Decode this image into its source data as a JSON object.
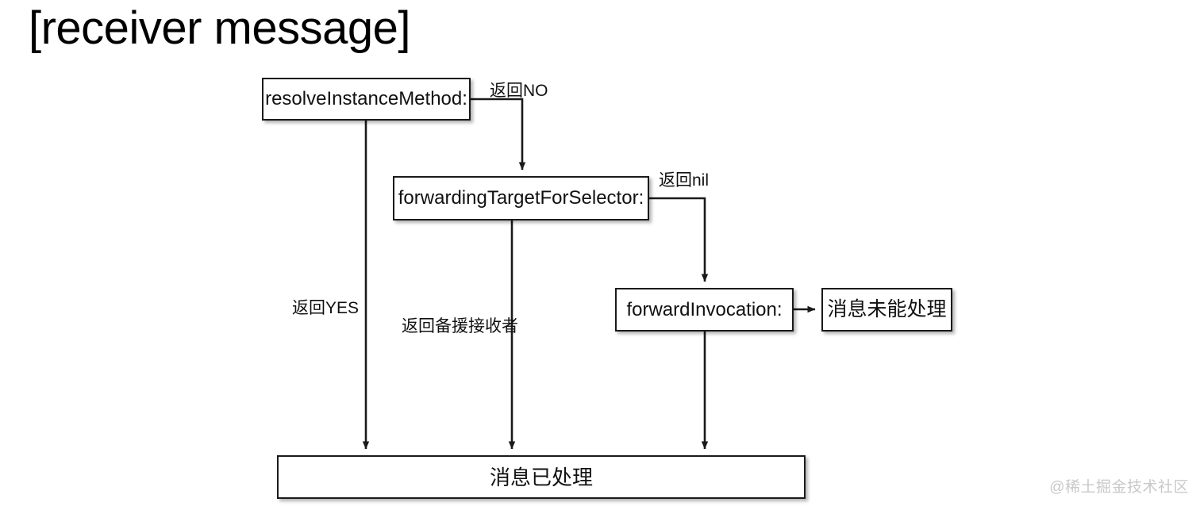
{
  "diagram": {
    "title": "[receiver message]",
    "type": "flowchart",
    "watermark": "@稀土掘金技术社区",
    "nodes": [
      {
        "id": "resolve",
        "label": "resolveInstanceMethod:"
      },
      {
        "id": "forwardingtarget",
        "label": "forwardingTargetForSelector:"
      },
      {
        "id": "forwardinvocation",
        "label": "forwardInvocation:"
      },
      {
        "id": "unhandled",
        "label": "消息未能处理"
      },
      {
        "id": "handled",
        "label": "消息已处理"
      }
    ],
    "edges": [
      {
        "from": "resolve",
        "to": "forwardingtarget",
        "label": "返回NO"
      },
      {
        "from": "forwardingtarget",
        "to": "forwardinvocation",
        "label": "返回nil"
      },
      {
        "from": "forwardinvocation",
        "to": "unhandled",
        "label": ""
      },
      {
        "from": "resolve",
        "to": "handled",
        "label": "返回YES"
      },
      {
        "from": "forwardingtarget",
        "to": "handled",
        "label": "返回备援接收者"
      },
      {
        "from": "forwardinvocation",
        "to": "handled",
        "label": ""
      }
    ],
    "colors": {
      "stroke": "#1a1a1a",
      "fill": "#ffffff",
      "text": "#111111",
      "watermark": "#c9c9c9"
    }
  }
}
